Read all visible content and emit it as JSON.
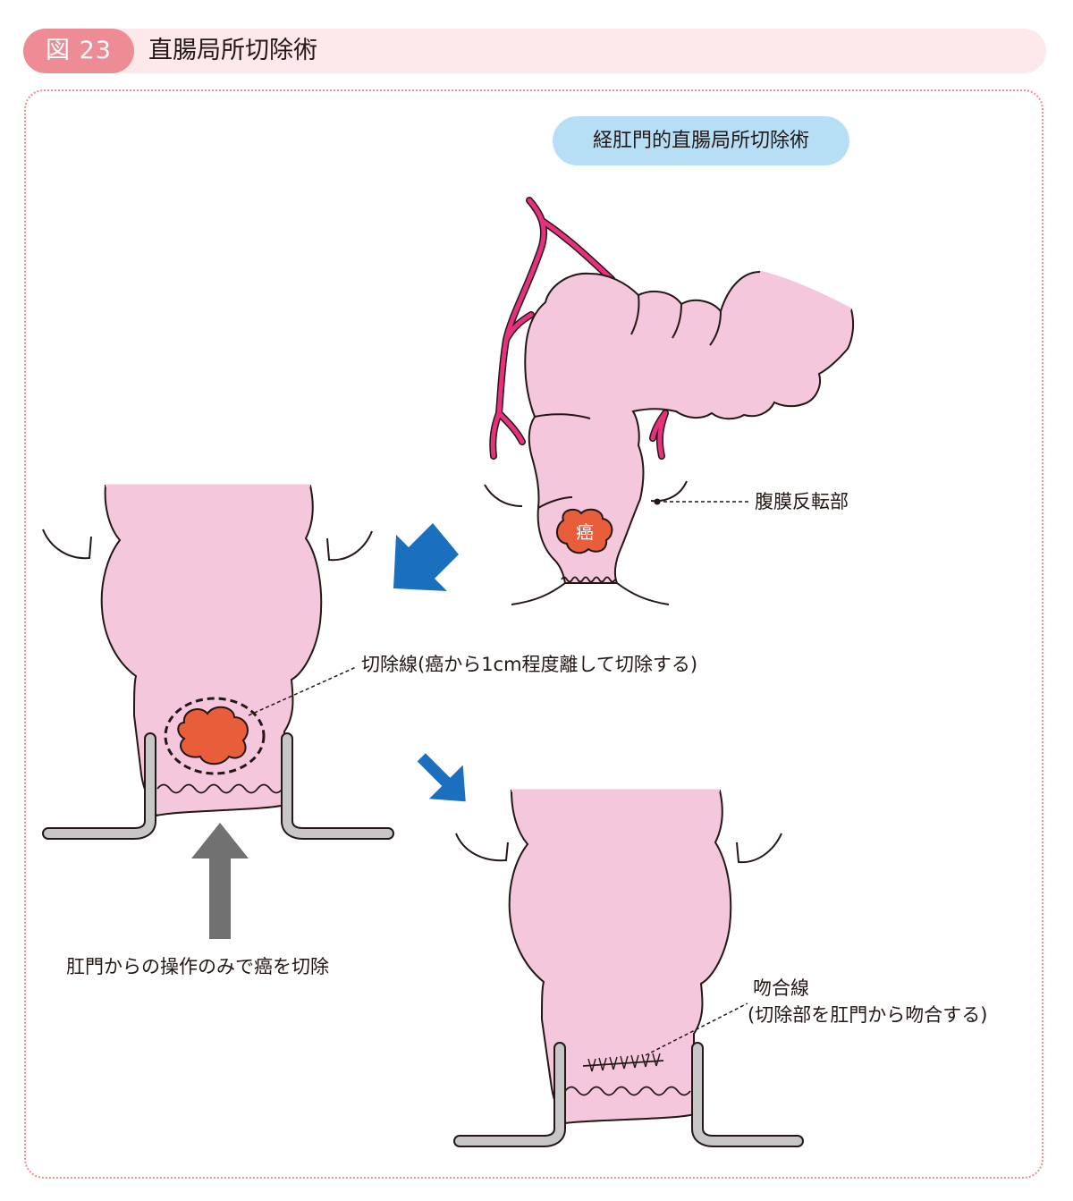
{
  "figure": {
    "number": "図 23",
    "title": "直腸局所切除術"
  },
  "procedure_label": "経肛門的直腸局所切除術",
  "labels": {
    "peritoneal_reflection": "腹膜反転部",
    "tumor": "癌",
    "resection_line": "切除線(癌から1cm程度離して切除する)",
    "transanal_operation": "肛門からの操作のみで癌を切除",
    "anastomosis_title": "吻合線",
    "anastomosis_note": "(切除部を肛門から吻合する)"
  },
  "colors": {
    "bowel_fill": "#f5c7dc",
    "vessel": "#e8317e",
    "tumor": "#e85d3a",
    "arrow_blue": "#1b6fbf",
    "arrow_gray": "#717171",
    "retractor": "#c7c7c7",
    "badge": "#ee8c95",
    "header_bg": "#fde8ec",
    "pill": "#b6dff6"
  }
}
